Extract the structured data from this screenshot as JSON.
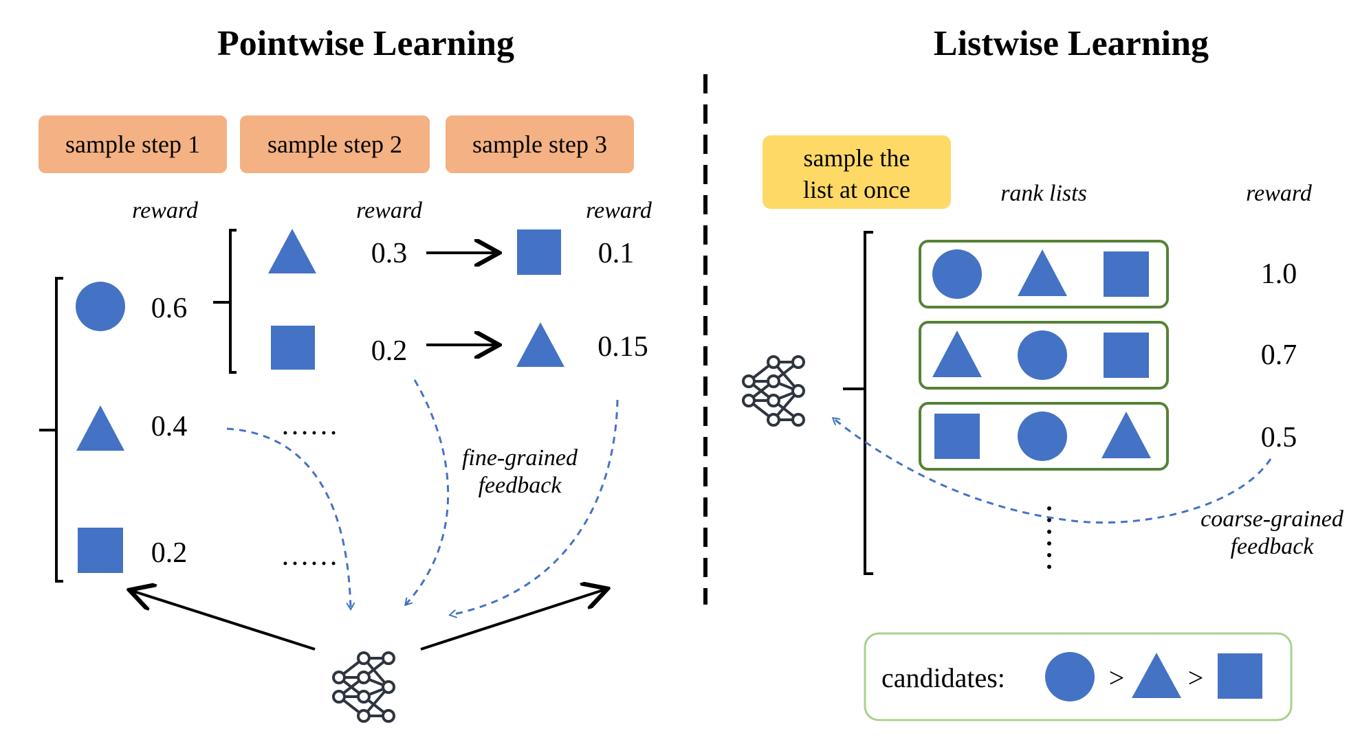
{
  "pointwise": {
    "title": "Pointwise Learning",
    "steps": [
      "sample step 1",
      "sample step 2",
      "sample step 3"
    ],
    "reward_label": "reward",
    "first_level_rewards": [
      "0.6",
      "0.4",
      "0.2"
    ],
    "second_level_rewards": [
      "0.3",
      "0.2"
    ],
    "third_level_rewards": [
      "0.1",
      "0.15"
    ],
    "ellipsis": "……",
    "feedback_line1": "fine-grained",
    "feedback_line2": "feedback",
    "step_color": "#f4b183",
    "shape_color": "#4472c4"
  },
  "listwise": {
    "title": "Listwise Learning",
    "sample_line1": "sample the",
    "sample_line2": "list at once",
    "rank_lists_label": "rank lists",
    "reward_label": "reward",
    "rewards": [
      "1.0",
      "0.7",
      "0.5"
    ],
    "rank_lists": [
      [
        "circle",
        "triangle",
        "square"
      ],
      [
        "triangle",
        "circle",
        "square"
      ],
      [
        "square",
        "circle",
        "triangle"
      ]
    ],
    "feedback_line1": "coarse-grained",
    "feedback_line2": "feedback",
    "candidates_label": "candidates:",
    "gt": ">",
    "sample_color": "#ffd966",
    "list_border_color": "#548235",
    "candidates_border_color": "#a9d18e"
  },
  "icons": [
    "neural-network-icon",
    "circle-shape",
    "triangle-shape",
    "square-shape"
  ]
}
